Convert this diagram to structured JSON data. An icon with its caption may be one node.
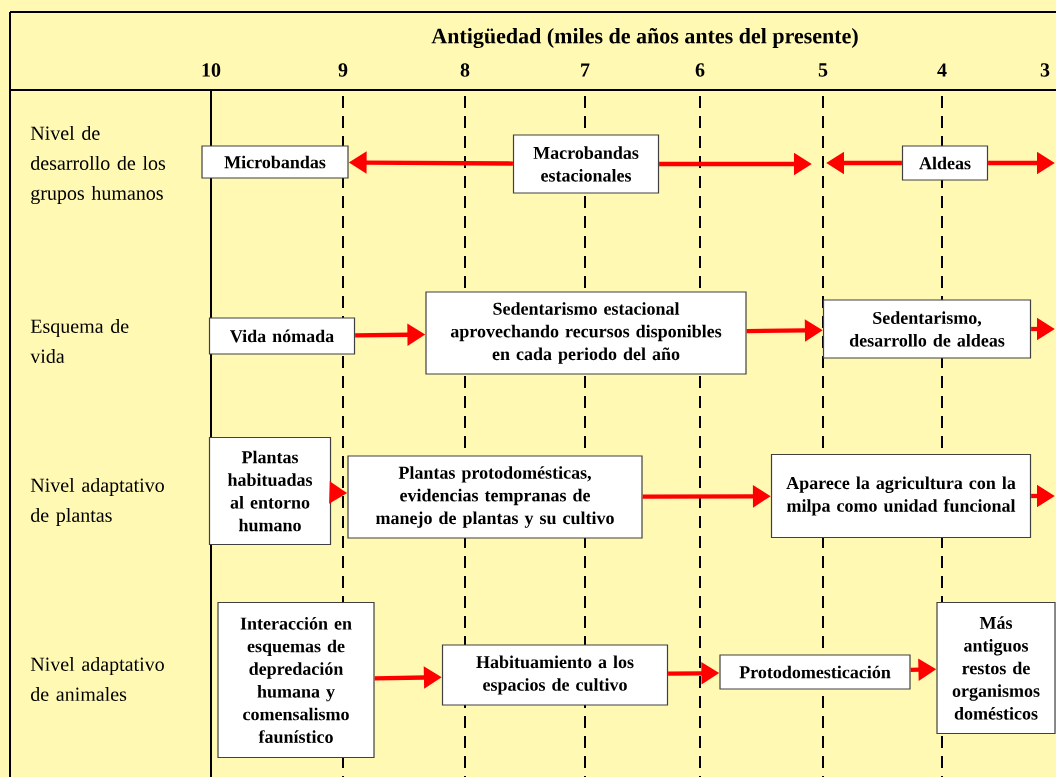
{
  "diagram": {
    "title": "Antigüedad (miles de años antes del presente)",
    "nodes": [
      {
        "text": [
          "Microbandas"
        ]
      },
      {
        "text": [
          "Macrobandas estacionales"
        ]
      },
      {
        "text": [
          "Aldeas"
        ]
      },
      {
        "text": [
          "Vida nómada"
        ]
      },
      {
        "text": [
          "Sedentarismo estacional aprovechando recursos disponibles en cada periodo del año"
        ]
      },
      {
        "text": [
          "Sedentarismo, desarrollo de aldeas"
        ]
      },
      {
        "text": [
          "Plantas habituadas al entorno humano"
        ]
      },
      {
        "text": [
          "Plantas protodomésticas, evidencias tempranas de manejo de plantas y su cultivo"
        ]
      },
      {
        "text": [
          "Aparece la agricultura con la milpa como unidad funcional"
        ]
      },
      {
        "text": [
          "Interacción en esquemas de depredación humana y comensalismo faunístico"
        ]
      },
      {
        "text": [
          "Habituamiento a los espacios de cultivo"
        ]
      },
      {
        "text": [
          "Protodomesticación"
        ]
      },
      {
        "text": [
          "Más antiguos restos de organismos domésticos"
        ]
      }
    ],
    "edges": [
      {
        "from": 1,
        "to": 0,
        "arrow": "to"
      },
      {
        "from": 1,
        "to": null,
        "arrow": "to"
      },
      {
        "from": 2,
        "to": null,
        "arrow": "to"
      },
      {
        "from": 2,
        "to": null,
        "arrow": "to"
      },
      {
        "from": 3,
        "to": 4,
        "arrow": "to"
      },
      {
        "from": 4,
        "to": 5,
        "arrow": "to"
      },
      {
        "from": 5,
        "to": null,
        "arrow": "to"
      },
      {
        "from": 6,
        "to": 7,
        "arrow": "to"
      },
      {
        "from": 7,
        "to": 8,
        "arrow": "to"
      },
      {
        "from": 8,
        "to": null,
        "arrow": "to"
      },
      {
        "from": 9,
        "to": 10,
        "arrow": "to"
      },
      {
        "from": 10,
        "to": 11,
        "arrow": "to"
      },
      {
        "from": 11,
        "to": 12,
        "arrow": "to"
      }
    ],
    "labels": [
      "10",
      "9",
      "8",
      "7",
      "6",
      "5",
      "4",
      "3",
      "Nivel de desarrollo de los grupos humanos",
      "Esquema de vida",
      "Nivel adaptativo de plantas",
      "Nivel adaptativo de animales"
    ]
  }
}
